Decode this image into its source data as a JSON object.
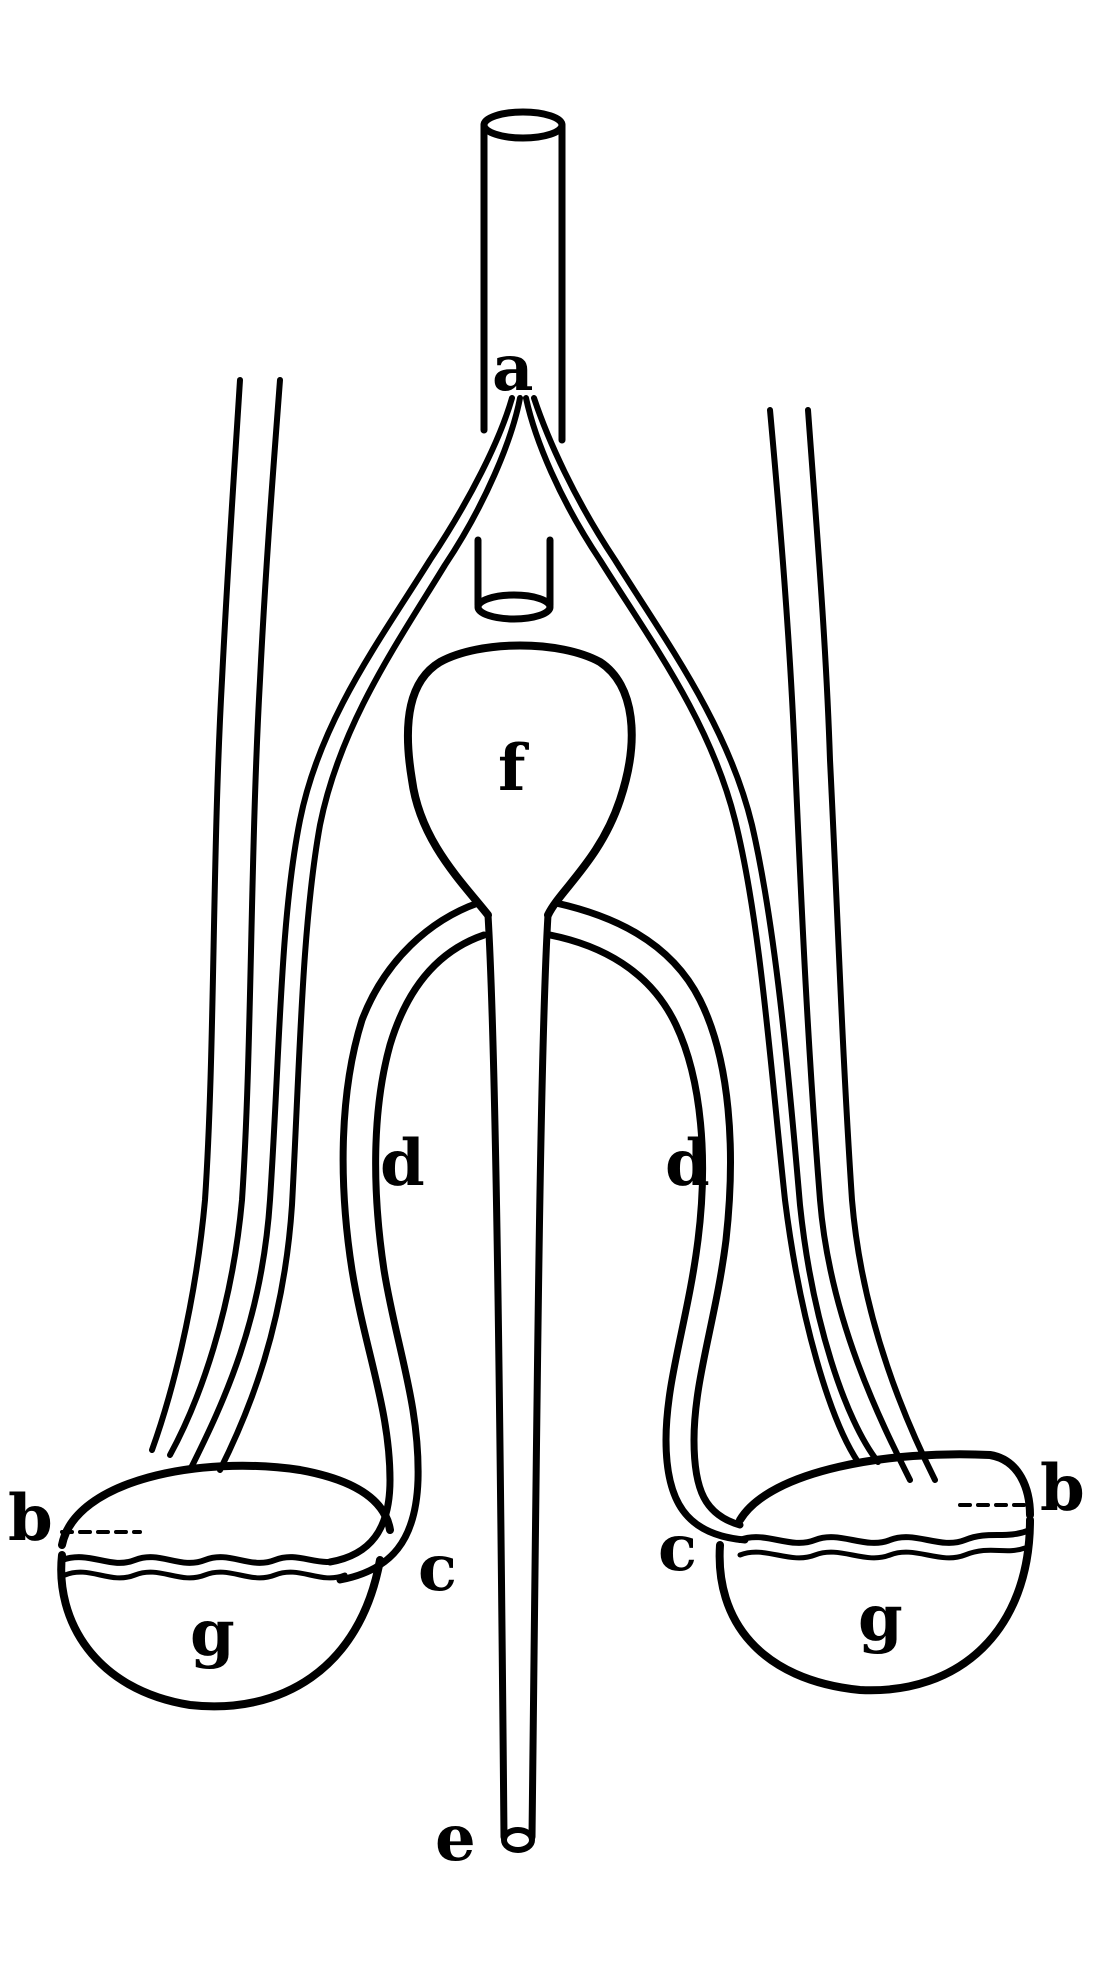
{
  "diagram": {
    "labels": {
      "a": "a",
      "f": "f",
      "d_left": "d",
      "d_right": "d",
      "b_left": "b",
      "b_right": "b",
      "c_left": "c",
      "c_right": "c",
      "g_left": "g",
      "g_right": "g",
      "e": "e"
    },
    "colors": {
      "ink": "#000000",
      "paper": "#ffffff"
    }
  }
}
